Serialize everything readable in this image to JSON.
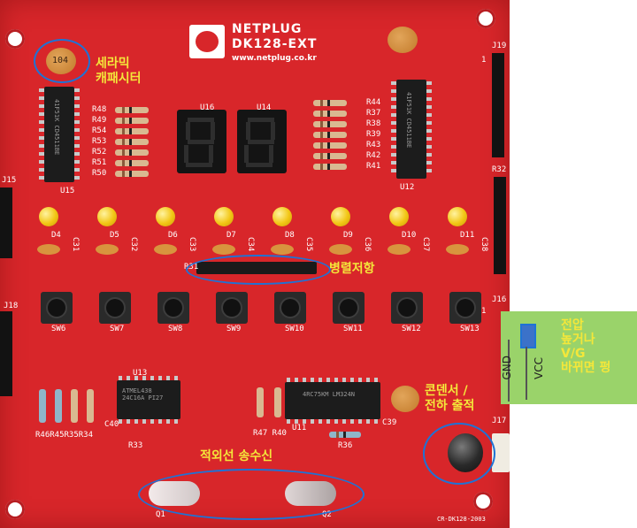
{
  "board": {
    "brand": "NETPLUG",
    "model": "DK128-EXT",
    "url": "www.netplug.co.kr",
    "revision": "CR-DK128-2003"
  },
  "labels": {
    "u16": "U16",
    "u14": "U14",
    "u15": "U15",
    "u12": "U12",
    "u13": "U13",
    "u11": "U11",
    "j15": "J15",
    "j18": "J18",
    "j19": "J19",
    "j16": "J16",
    "j17": "J17",
    "r32": "R32",
    "r31": "R31",
    "r33": "R33",
    "r36": "R36",
    "r47r40": "R47 R40",
    "r46to34": "R46R45R35R34",
    "c39": "C39",
    "c40": "C40",
    "q1": "Q1",
    "q2": "Q2",
    "one_a": "1",
    "one_b": "1",
    "left_resistors": [
      "R48",
      "R49",
      "R54",
      "R53",
      "R52",
      "R51",
      "R50"
    ],
    "right_resistors": [
      "R44",
      "R37",
      "R38",
      "R39",
      "R43",
      "R42",
      "R41"
    ],
    "leds": [
      "D4",
      "D5",
      "D6",
      "D7",
      "D8",
      "D9",
      "D10",
      "D11"
    ],
    "caps": [
      "C31",
      "C32",
      "C33",
      "C34",
      "C35",
      "C36",
      "C37",
      "C38"
    ],
    "switches": [
      "SW6",
      "SW7",
      "SW8",
      "SW9",
      "SW10",
      "SW11",
      "SW12",
      "SW13"
    ],
    "cap104": "104",
    "chip_u15": "41F51K CD4511BE",
    "chip_u12": "41F51K CD4511BE",
    "chip_u13": "ATMEL438 24C16A PI27",
    "chip_u11": "4RC75KM LM324N"
  },
  "annotations": {
    "ceramic": "세라믹\n캐패시터",
    "parallel": "병렬저항",
    "condenser": "콘덴서 /\n전하 출적",
    "infrared": "적외선 송수신",
    "panel": "전압\n높거나\nV/G\n바뀌면 펑",
    "gnd": "GND",
    "vcc": "VCC"
  },
  "colors": {
    "board": "#d8262a",
    "annotation_ring": "#1e73d6",
    "annotation_text": "#f4e73a",
    "panel": "#9ad36a"
  }
}
